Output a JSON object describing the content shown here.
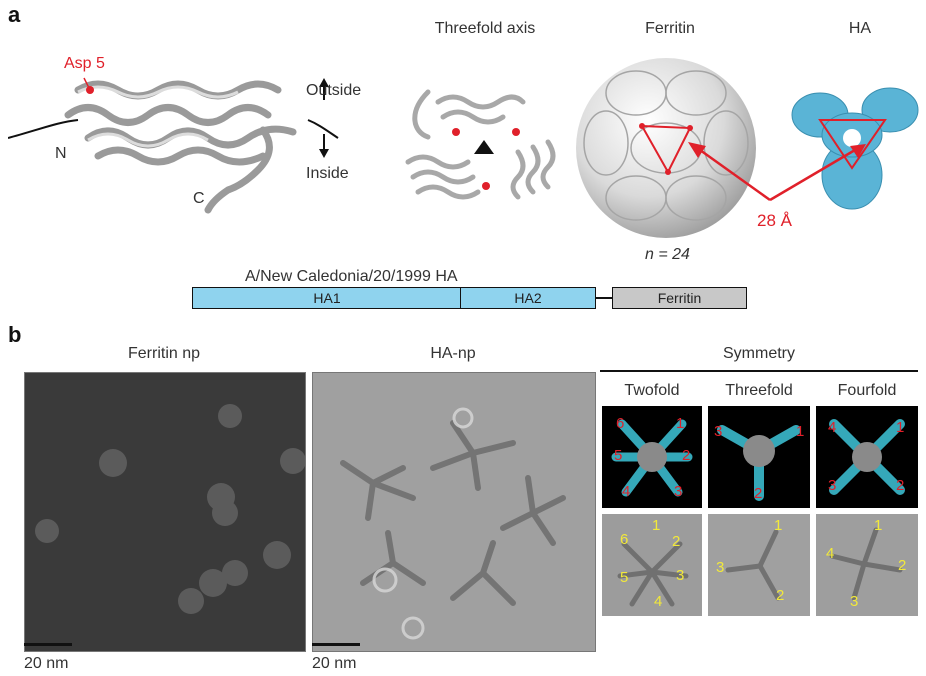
{
  "panel_a": {
    "letter": "a",
    "monomer": {
      "residue_label": "Asp 5",
      "n_term": "N",
      "c_term": "C",
      "outside": "Outside",
      "inside": "Inside"
    },
    "threefold_title": "Threefold axis",
    "ferritin_title": "Ferritin",
    "ha_title": "HA",
    "distance_label": "28 Å",
    "n_label": "n = 24",
    "construct": {
      "title": "A/New Caledonia/20/1999 HA",
      "segments": [
        "HA1",
        "HA2",
        "Ferritin"
      ]
    }
  },
  "panel_b": {
    "letter": "b",
    "ferritin_np_title": "Ferritin np",
    "ha_np_title": "HA-np",
    "symmetry_title": "Symmetry",
    "symmetry_columns": [
      "Twofold",
      "Threefold",
      "Fourfold"
    ],
    "scale_bar_left": "20 nm",
    "scale_bar_right": "20 nm",
    "twofold_numbers": [
      "1",
      "2",
      "3",
      "4",
      "5",
      "6"
    ],
    "threefold_numbers": [
      "1",
      "2",
      "3"
    ],
    "fourfold_numbers": [
      "1",
      "2",
      "3",
      "4"
    ]
  },
  "colors": {
    "ha_blue": "#8fd3ee",
    "ferritin_grey": "#c8c8c8",
    "annotation_red": "#e0202a",
    "number_yellow": "#f2e93a"
  }
}
